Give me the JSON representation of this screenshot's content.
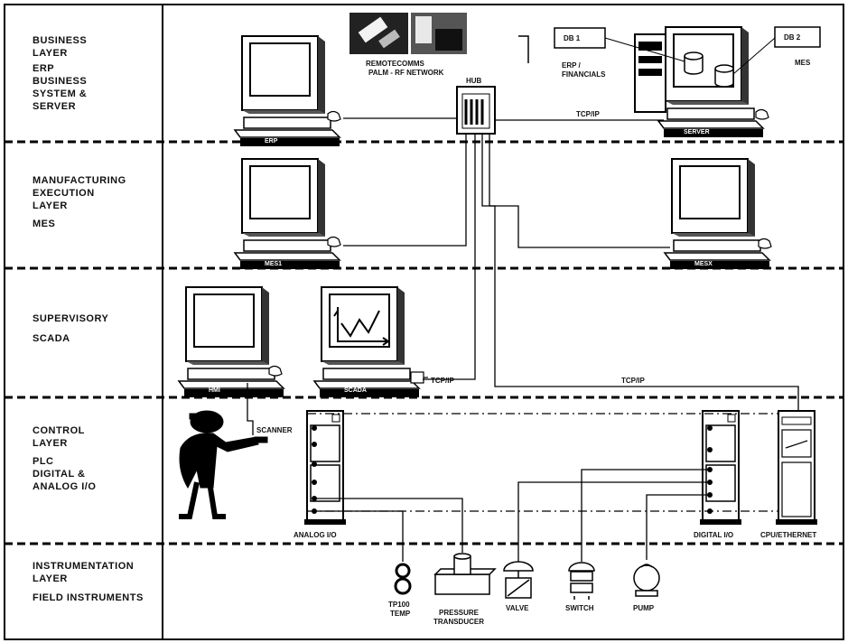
{
  "layers": [
    {
      "lines": [
        "BUSINESS",
        "LAYER",
        "ERP",
        "BUSINESS",
        "SYSTEM &",
        "SERVER"
      ]
    },
    {
      "lines": [
        "MANUFACTURING",
        "EXECUTION",
        "LAYER",
        "MES"
      ]
    },
    {
      "lines": [
        "SUPERVISORY",
        "SCADA"
      ]
    },
    {
      "lines": [
        "CONTROL",
        "LAYER",
        "PLC",
        "DIGITAL &",
        "ANALOG I/O"
      ]
    },
    {
      "lines": [
        "INSTRUMENTATION",
        "LAYER",
        "FIELD INSTRUMENTS"
      ]
    }
  ],
  "computers": {
    "erp": "ERP",
    "server": "SERVER",
    "mes1": "MES1",
    "mesx": "MESX",
    "hmi": "HMI",
    "scada": "SCADA"
  },
  "business": {
    "remote_line1": "REMOTECOMMS",
    "remote_line2": "PALM - RF NETWORK",
    "hub": "HUB",
    "tcpip": "TCP/IP",
    "db1": "DB 1",
    "db2": "DB 2",
    "erp_fin_line1": "ERP /",
    "erp_fin_line2": "FINANCIALS",
    "mes_label": "MES"
  },
  "network": {
    "scada_tcpip": "TCP/IP",
    "control_tcpip": "TCP/IP",
    "scanner": "SCANNER"
  },
  "plc": {
    "analog": "ANALOG I/O",
    "digital": "DIGITAL I/O",
    "cpu": "CPU/ETHERNET"
  },
  "instruments": {
    "temp_line1": "TP100",
    "temp_line2": "TEMP",
    "pressure_line1": "PRESSURE",
    "pressure_line2": "TRANSDUCER",
    "valve": "VALVE",
    "switch": "SWITCH",
    "pump": "PUMP"
  }
}
